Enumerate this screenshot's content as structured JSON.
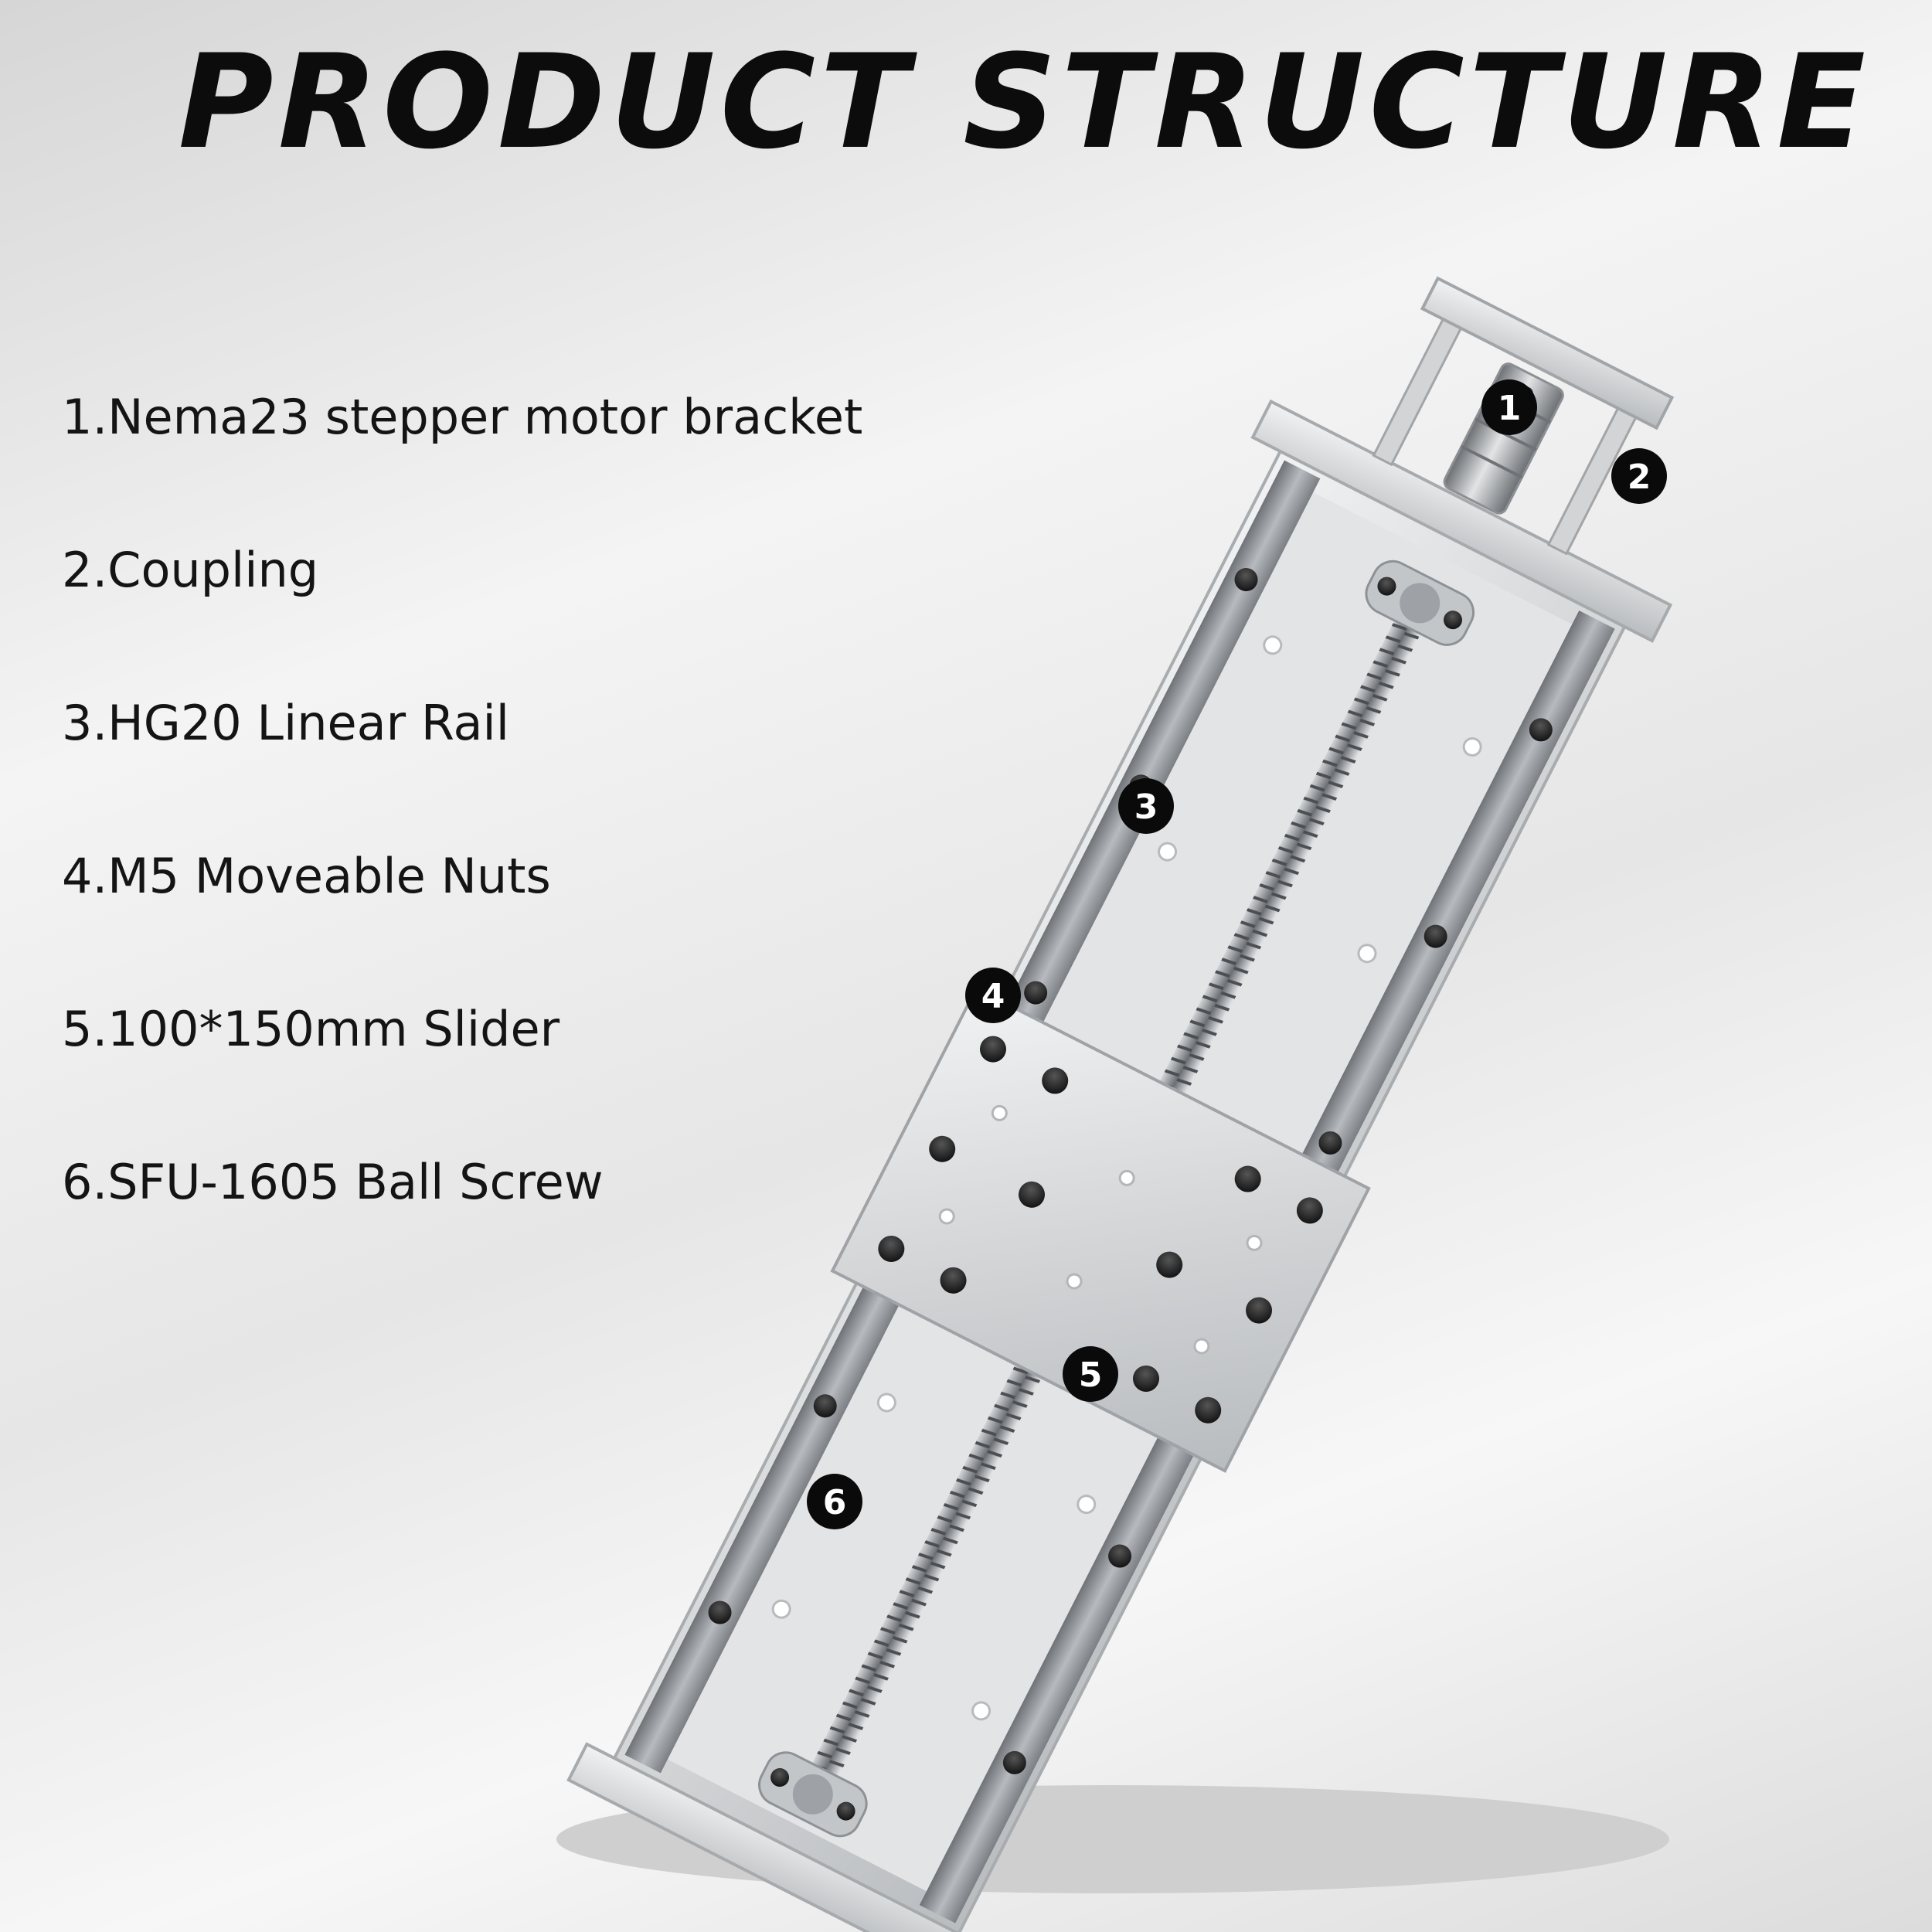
{
  "title": "PRODUCT STRUCTURE",
  "parts": [
    {
      "number": "1",
      "label": "1.Nema23 stepper motor bracket"
    },
    {
      "number": "2",
      "label": "2.Coupling"
    },
    {
      "number": "3",
      "label": "3.HG20 Linear Rail"
    },
    {
      "number": "4",
      "label": "4.M5 Moveable Nuts"
    },
    {
      "number": "5",
      "label": "5.100*150mm Slider"
    },
    {
      "number": "6",
      "label": "6.SFU-1605 Ball Screw"
    }
  ],
  "colors": {
    "text": "#141414",
    "callout_fill": "#0a0a0a",
    "callout_text": "#ffffff",
    "aluminum": "#d9dadc",
    "rail_steel": "#8d9095",
    "bolt": "#1e1e1e"
  }
}
